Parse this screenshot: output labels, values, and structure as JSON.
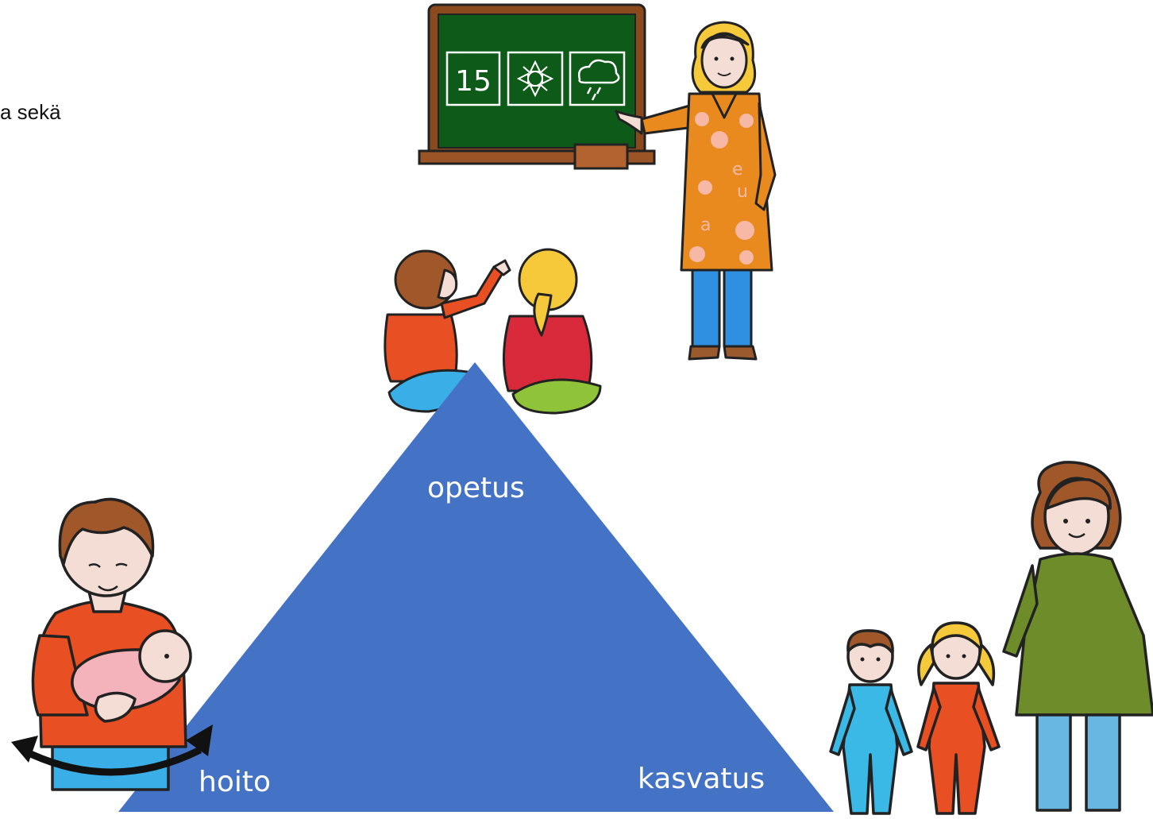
{
  "cut_text": "a sekä",
  "triangle": {
    "color": "#4472C4",
    "top_label": "opetus",
    "left_label": "hoito",
    "right_label": "kasvatus"
  },
  "board_cards": [
    "15"
  ],
  "board_letters": [
    "e",
    "u",
    "a"
  ],
  "pictograms": [
    {
      "name": "teacher-at-board-icon"
    },
    {
      "name": "children-raising-hand-icon"
    },
    {
      "name": "boy-holding-baby-icon"
    },
    {
      "name": "family-icon"
    }
  ]
}
